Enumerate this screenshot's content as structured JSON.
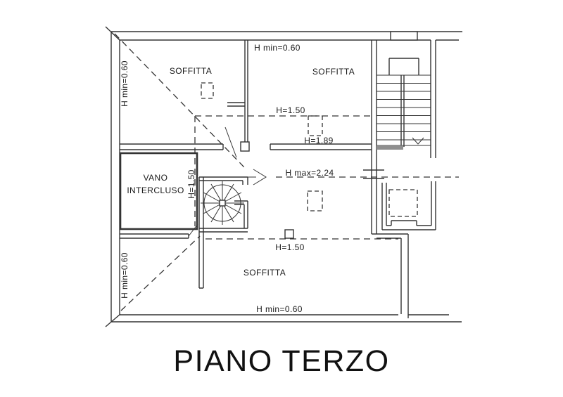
{
  "plan": {
    "title": "PIANO TERZO",
    "labels": {
      "soffitta_top_left": "SOFFITTA",
      "soffitta_top_right": "SOFFITTA",
      "soffitta_bottom": "SOFFITTA",
      "vano_intercluso_line1": "VANO",
      "vano_intercluso_line2": "INTERCLUSO"
    },
    "heights": {
      "h_min_side_top_left": "H min=0.60",
      "h_min_top_right_room": "H min=0.60",
      "h_150_upper": "H=1.50",
      "h_189": "H=1.89",
      "h_150_vano": "H=1.50",
      "h_max_224": "H max=2.24",
      "h_min_side_bottom_left": "H min=0.60",
      "h_150_lower": "H=1.50",
      "h_min_bottom": "H min=0.60"
    },
    "colors": {
      "line": "#333333",
      "background": "#ffffff",
      "text": "#111111"
    }
  }
}
